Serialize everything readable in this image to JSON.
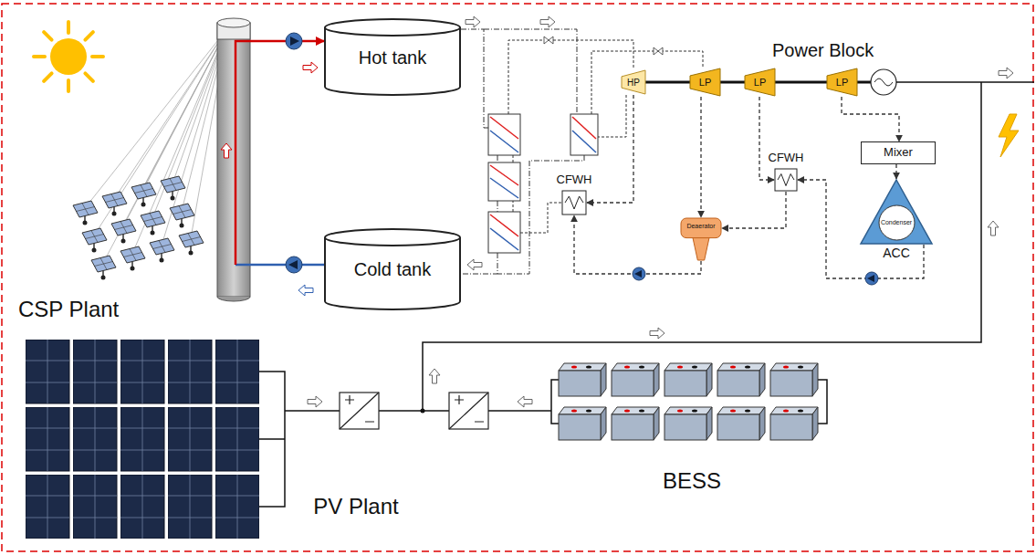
{
  "diagram": {
    "nodes": [
      {
        "text": [
          "Hot tank"
        ]
      },
      {
        "text": [
          "Cold tank"
        ]
      },
      {
        "text": [
          "HP"
        ]
      },
      {
        "text": [
          "LP"
        ]
      },
      {
        "text": [
          "LP"
        ]
      },
      {
        "text": [
          "LP"
        ]
      },
      {
        "text": [
          "CFWH"
        ]
      },
      {
        "text": [
          "Deaerator"
        ]
      },
      {
        "text": [
          "CFWH"
        ]
      },
      {
        "text": [
          "Mixer"
        ]
      },
      {
        "text": [
          "ACC"
        ]
      },
      {
        "text": [
          "Condenser"
        ],
        "in": 10
      },
      {
        "text": [
          "PV Plant"
        ]
      },
      {
        "text": [
          "BESS"
        ]
      }
    ],
    "edges": [
      {
        "from": 1,
        "to": 0,
        "arrow": "to"
      },
      {
        "from": 2,
        "to": 6,
        "arrow": "to"
      },
      {
        "from": 3,
        "to": 7,
        "arrow": "to"
      },
      {
        "from": 4,
        "to": 8,
        "arrow": "to"
      },
      {
        "from": 5,
        "to": 9,
        "arrow": "to"
      },
      {
        "from": 9,
        "to": 10,
        "arrow": "to"
      },
      {
        "from": 10,
        "to": 8,
        "arrow": "to"
      },
      {
        "from": 8,
        "to": 7,
        "arrow": "to"
      },
      {
        "from": 7,
        "to": 6,
        "arrow": "to"
      }
    ],
    "labels": [
      "CSP Plant",
      "Power Block"
    ]
  }
}
